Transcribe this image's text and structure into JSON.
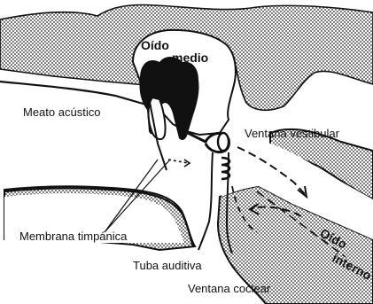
{
  "diagram": {
    "labels": {
      "oido_medio_1": "Oído",
      "oido_medio_2": "medio",
      "meato_acustico": "Meato acústico",
      "ventana_vestibular": "Ventana vestibular",
      "oido_interno_1": "Oído",
      "oido_interno_2": "interno",
      "membrana_timpanica": "Membrana timpánica",
      "tuba_auditiva": "Tuba auditiva",
      "ventana_coclear": "Ventana coclear"
    }
  }
}
